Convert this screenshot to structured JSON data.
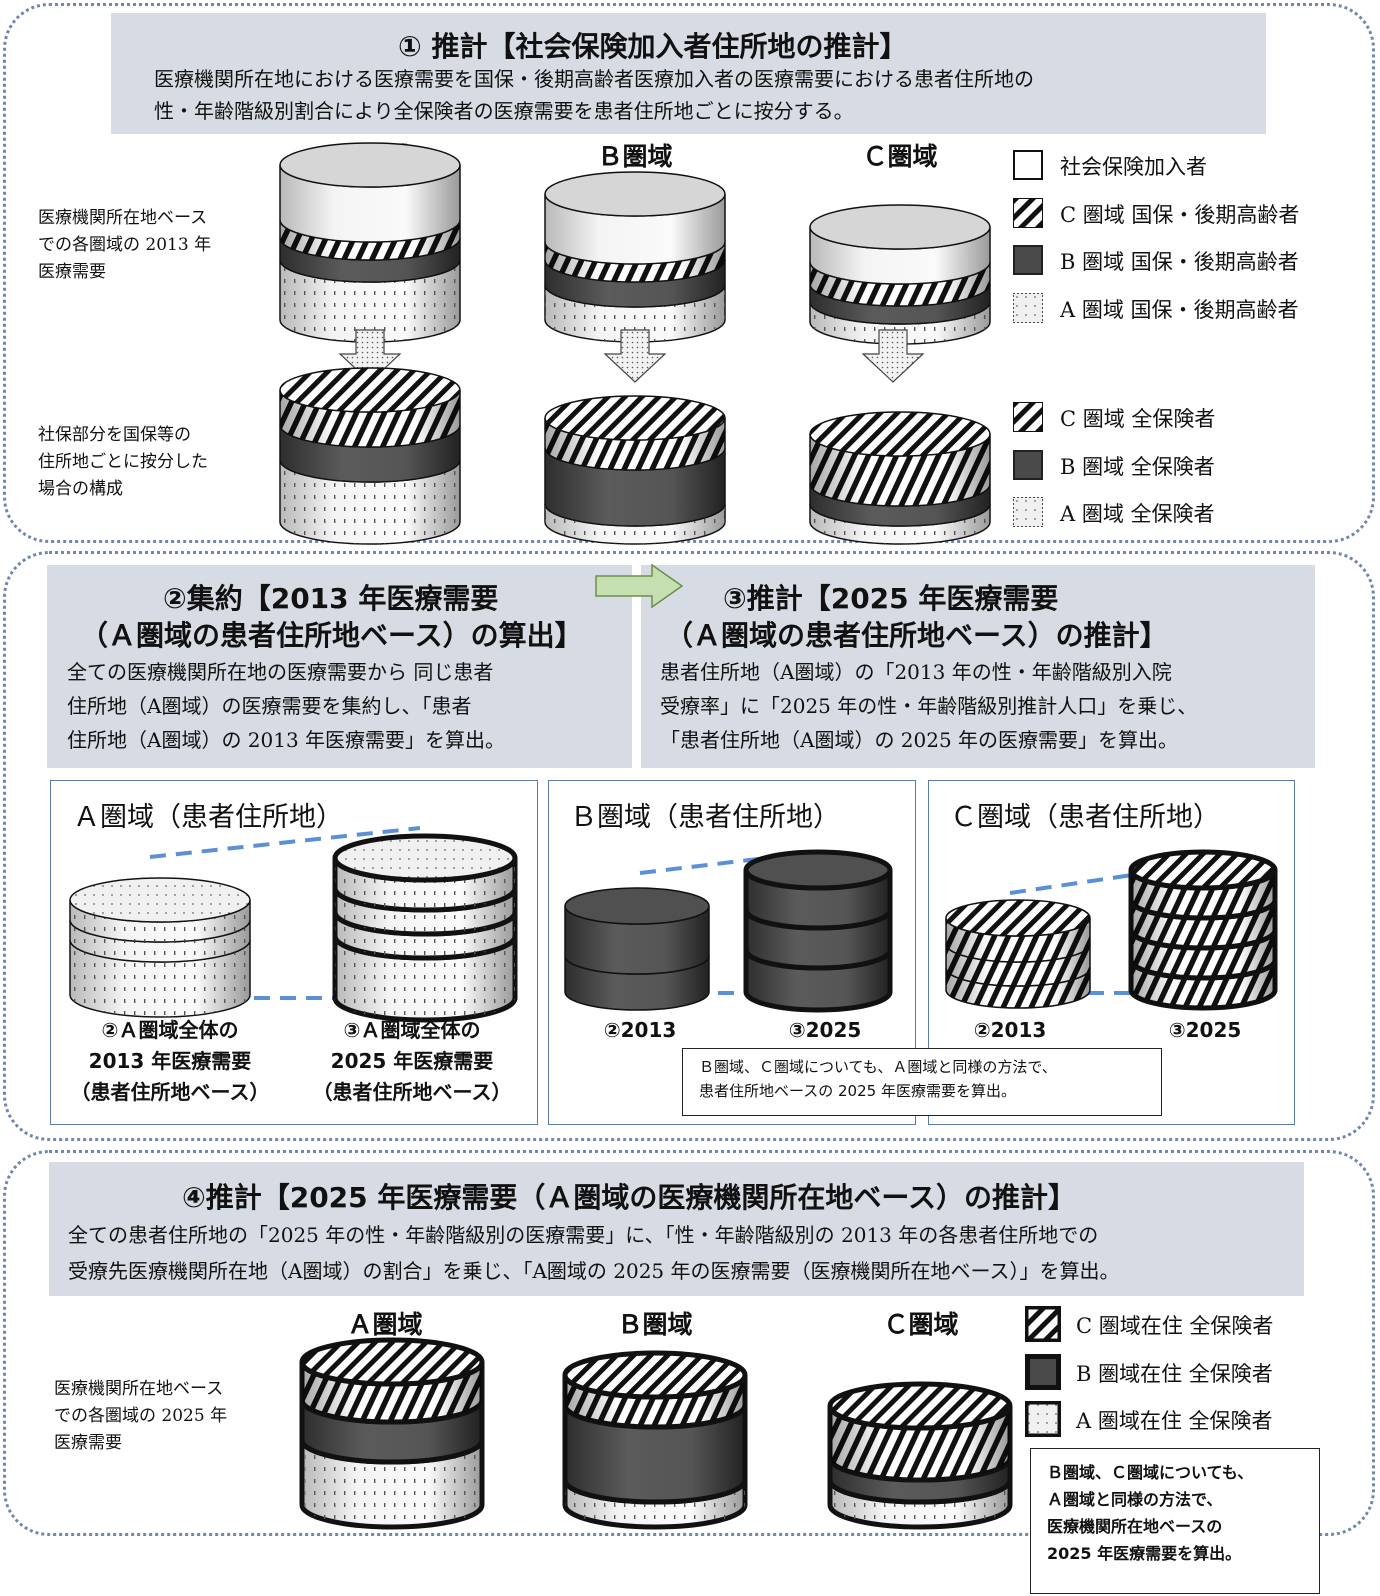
{
  "colors": {
    "band": "#d7dce4",
    "dark": "#4a4a4a",
    "border": "#6f86b0",
    "dash": "#5b8fd6",
    "arrow": "#c5dfb1"
  },
  "section1": {
    "title": "① 推計【社会保険加入者住所地の推計】",
    "desc1": "医療機関所在地における医療需要を国保・後期高齢者医療加入者の医療需要における患者住所地の",
    "desc2": "性・年齢階級別割合により全保険者の医療需要を患者住所地ごとに按分する。",
    "col_a": "Ａ圏域",
    "col_b": "Ｂ圏域",
    "col_c": "Ｃ圏域",
    "row1_label": [
      "医療機関所在地ベース",
      "での各圏域の 2013 年",
      "医療需要"
    ],
    "row2_label": [
      "社保部分を国保等の",
      "住所地ごとに按分した",
      "場合の構成"
    ],
    "legend1": [
      "社会保険加入者",
      "C 圏域  国保・後期高齢者",
      "B 圏域  国保・後期高齢者",
      "A 圏域  国保・後期高齢者"
    ],
    "legend2": [
      "C 圏域  全保険者",
      "B 圏域  全保険者",
      "A 圏域  全保険者"
    ]
  },
  "section2": {
    "left_title1": "②集約【2013 年医療需要",
    "left_title2": "（Ａ圏域の患者住所地ベース）の算出】",
    "left_desc": [
      "全ての医療機関所在地の医療需要から 同じ患者",
      "住所地（A圏域）の医療需要を集約し、「患者",
      "住所地（A圏域）の 2013 年医療需要」を算出。"
    ],
    "right_title1": "③推計【2025 年医療需要",
    "right_title2": "（Ａ圏域の患者住所地ベース）の推計】",
    "right_desc": [
      "患者住所地（A圏域）の「2013 年の性・年齢階級別入院",
      "受療率」に「2025 年の性・年齢階級別推計人口」を乗じ、",
      "「患者住所地（A圏域）の 2025 年の医療需要」を算出。"
    ],
    "panel_a": "Ａ圏域（患者住所地）",
    "panel_b": "Ｂ圏域（患者住所地）",
    "panel_c": "Ｃ圏域（患者住所地）",
    "cap_a2013": [
      "②Ａ圏域全体の",
      "2013 年医療需要",
      "（患者住所地ベース）"
    ],
    "cap_a2025": [
      "③Ａ圏域全体の",
      "2025 年医療需要",
      "（患者住所地ベース）"
    ],
    "cap_2013": "②2013",
    "cap_2025": "③2025",
    "note": [
      "Ｂ圏域、Ｃ圏域についても、Ａ圏域と同様の方法で、",
      "患者住所地ベースの 2025 年医療需要を算出。"
    ]
  },
  "section4": {
    "title": "④推計【2025 年医療需要（Ａ圏域の医療機関所在地ベース）の推計】",
    "desc1": "全ての患者住所地の「2025 年の性・年齢階級別の医療需要」に、「性・年齢階級別の 2013 年の各患者住所地での",
    "desc2": "受療先医療機関所在地（A圏域）の割合」を乗じ、「A圏域の 2025 年の医療需要（医療機関所在地ベース）」を算出。",
    "col_a": "Ａ圏域",
    "col_b": "Ｂ圏域",
    "col_c": "Ｃ圏域",
    "row_label": [
      "医療機関所在地ベース",
      "での各圏域の 2025 年",
      "医療需要"
    ],
    "legend": [
      "C 圏域在住  全保険者",
      "B 圏域在住  全保険者",
      "A 圏域在住  全保険者"
    ],
    "note": [
      "Ｂ圏域、Ｃ圏域についても、",
      "Ａ圏域と同様の方法で、",
      "医療機関所在地ベースの",
      "2025 年医療需要を算出。"
    ]
  }
}
